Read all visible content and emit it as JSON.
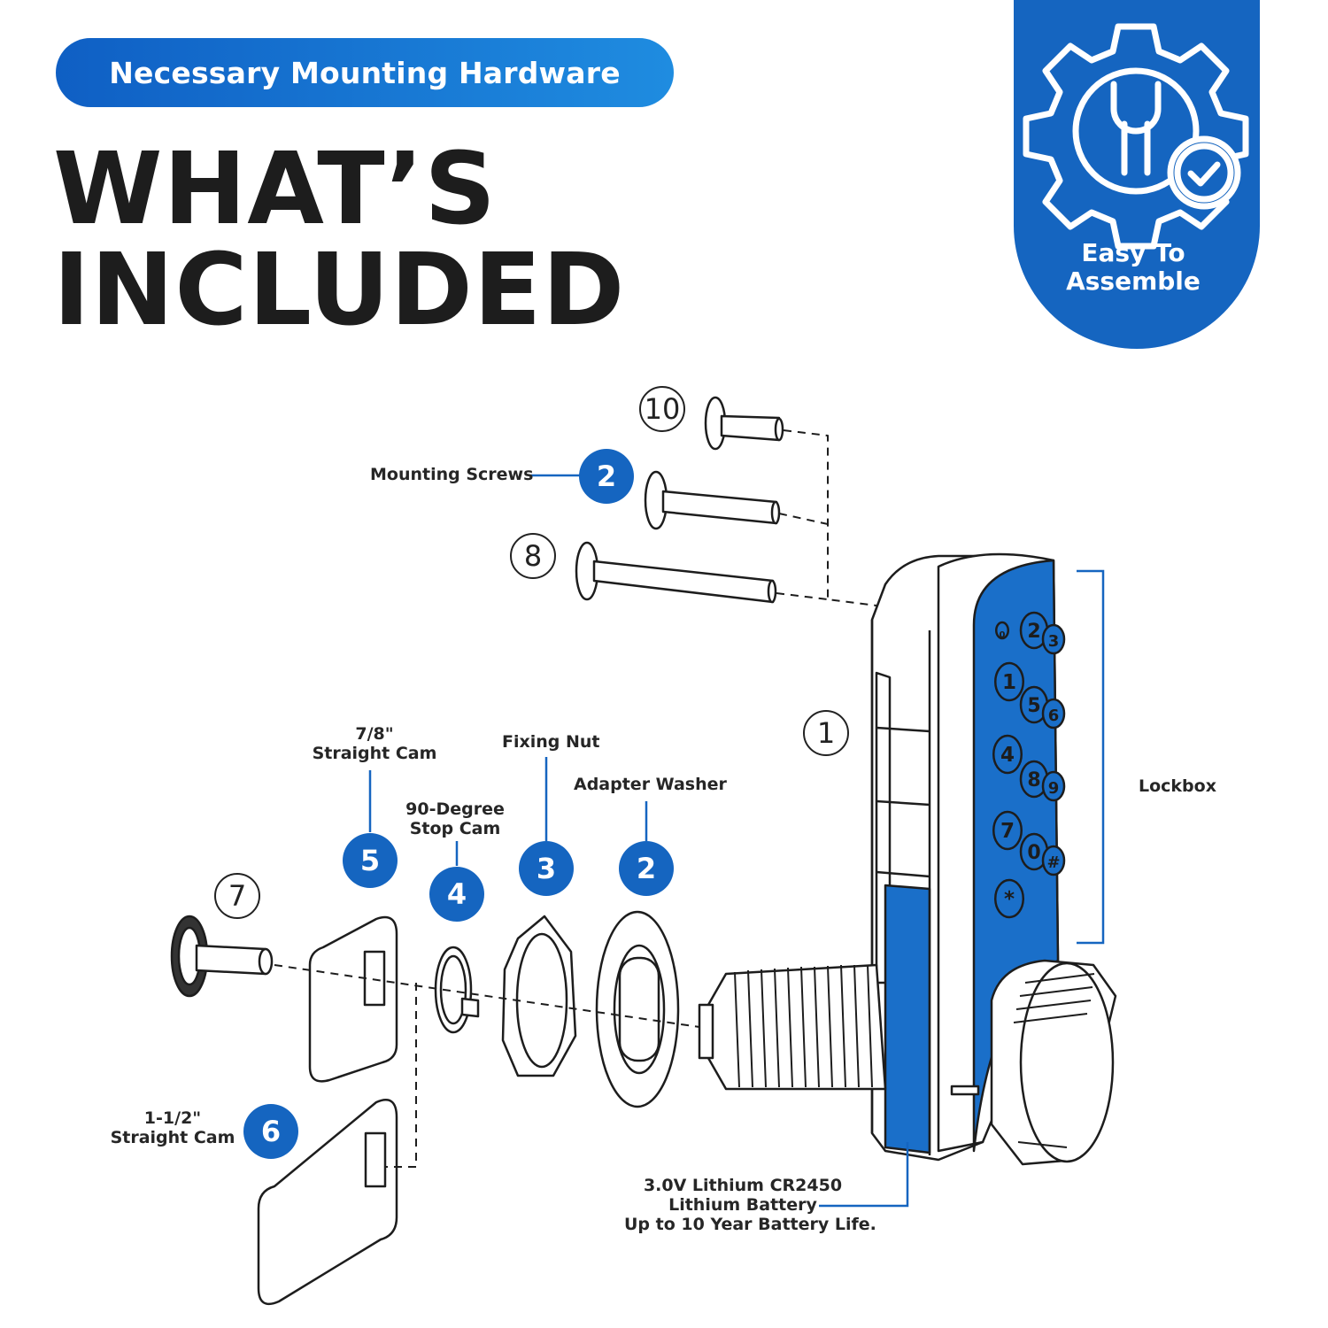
{
  "banner": {
    "label": "Necessary Mounting Hardware"
  },
  "headline": {
    "line1": "WHAT’S",
    "line2": "INCLUDED"
  },
  "badge": {
    "icon": "wrench-gear-check-icon",
    "text_line1": "Easy To",
    "text_line2": "Assemble",
    "color": "#1565c0"
  },
  "parts": [
    {
      "id": "lockbox",
      "label": "Lockbox",
      "quantity": "1"
    },
    {
      "id": "mounting-screws",
      "label": "Mounting Screws",
      "number": "2",
      "quantities": [
        "10",
        "8"
      ]
    },
    {
      "id": "adapter-washer",
      "label": "Adapter Washer",
      "number": "2"
    },
    {
      "id": "fixing-nut",
      "label": "Fixing Nut",
      "number": "3"
    },
    {
      "id": "stop-cam",
      "label_line1": "90-Degree",
      "label_line2": "Stop Cam",
      "number": "4"
    },
    {
      "id": "straight-cam-78",
      "label_line1": "7/8\"",
      "label_line2": "Straight Cam",
      "number": "5"
    },
    {
      "id": "straight-cam-112",
      "label_line1": "1-1/2\"",
      "label_line2": "Straight Cam",
      "number": "6"
    },
    {
      "id": "cam-screw",
      "quantity": "7"
    }
  ],
  "battery": {
    "line1": "3.0V Lithium CR2450",
    "line2": "Lithium Battery",
    "line3": "Up to 10 Year Battery Life."
  },
  "keypad": {
    "keys": [
      "0",
      "2",
      "3",
      "1",
      "5",
      "6",
      "4",
      "8",
      "9",
      "7",
      "0",
      "#",
      "*"
    ]
  },
  "colors": {
    "accent": "#1565c0",
    "panel_blue": "#1a6fc9",
    "text_dark": "#1d1d1d"
  }
}
